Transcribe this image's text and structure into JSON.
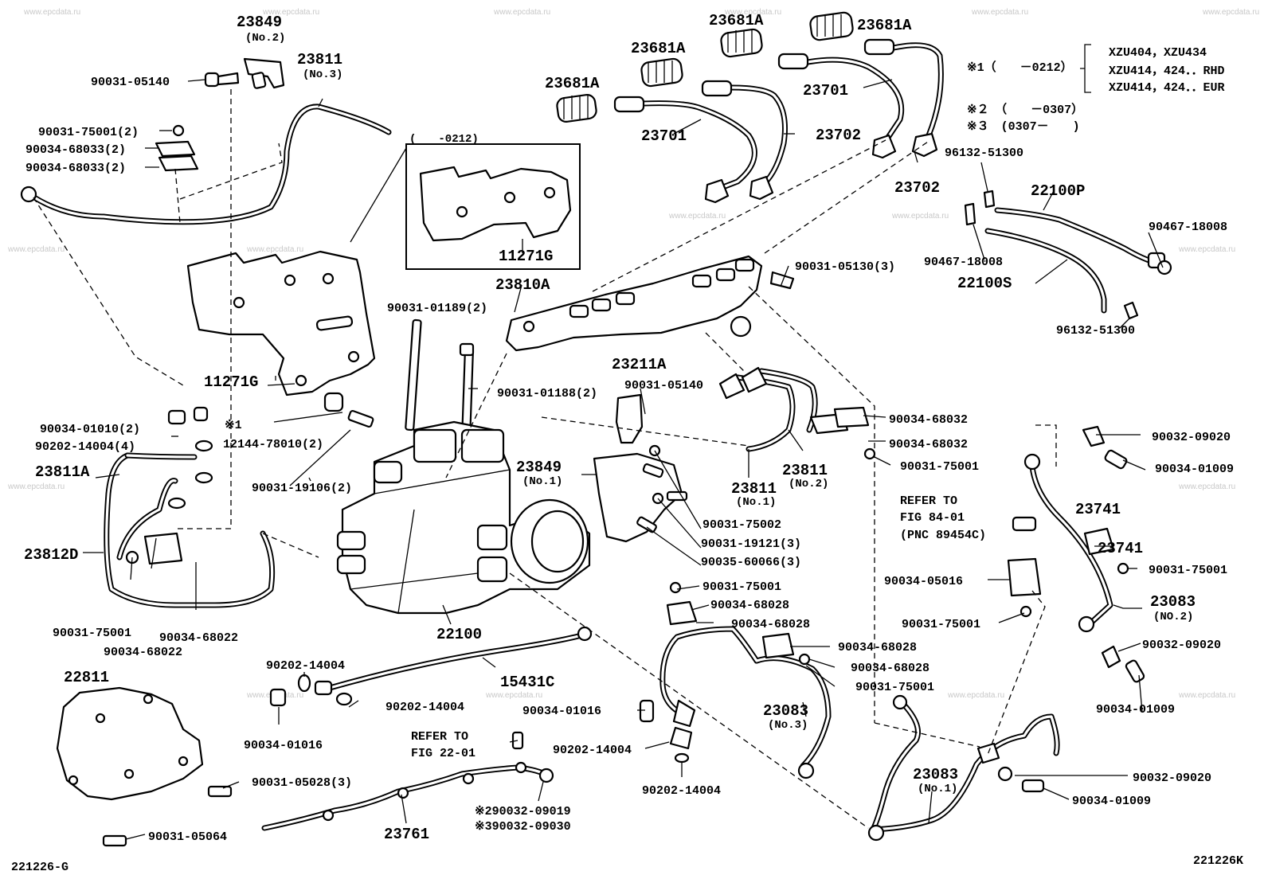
{
  "watermark": "www.epcdata.ru",
  "notes": {
    "note1_prefix": "※1（　　－0212）",
    "note1_models": [
      "XZU404，XZU434",
      "XZU414，424．．RHD",
      "XZU414，424．．EUR"
    ],
    "note2": "※２　（　　－0307）",
    "note3": "※３　(0307－　　)"
  },
  "inset_label": "(　　-0212)",
  "refer": {
    "fig84": [
      "REFER TO",
      "FIG 84-01",
      "(PNC 89454C)"
    ],
    "fig22": [
      "REFER TO",
      "FIG 22-01"
    ]
  },
  "footer": {
    "left": "221226-G",
    "right": "221226K"
  },
  "labels": [
    {
      "text": "23849"
    },
    {
      "text": "(No.2)",
      "sub": true
    },
    {
      "text": "90031-05140"
    },
    {
      "text": "23811"
    },
    {
      "text": "(No.3)",
      "sub": true
    },
    {
      "text": "90031-75001(2)"
    },
    {
      "text": "90034-68033(2)"
    },
    {
      "text": "90034-68033(2)"
    },
    {
      "text": "23681A"
    },
    {
      "text": "23681A"
    },
    {
      "text": "23681A"
    },
    {
      "text": "23681A"
    },
    {
      "text": "23701"
    },
    {
      "text": "23701"
    },
    {
      "text": "23702"
    },
    {
      "text": "23702"
    },
    {
      "text": "96132-51300"
    },
    {
      "text": "22100P"
    },
    {
      "text": "90467-18008"
    },
    {
      "text": "90467-18008"
    },
    {
      "text": "22100S"
    },
    {
      "text": "96132-51300"
    },
    {
      "text": "11271G"
    },
    {
      "text": "11271G"
    },
    {
      "text": "23810A"
    },
    {
      "text": "90031-01189(2)"
    },
    {
      "text": "90031-05130(3)"
    },
    {
      "text": "90031-01188(2)"
    },
    {
      "text": "23211A"
    },
    {
      "text": "90031-05140"
    },
    {
      "text": "90034-01010(2)"
    },
    {
      "text": "※1"
    },
    {
      "text": "12144-78010(2)"
    },
    {
      "text": "90202-14004(4)"
    },
    {
      "text": "23811A"
    },
    {
      "text": "90031-19106(2)"
    },
    {
      "text": "90034-68032"
    },
    {
      "text": "90034-68032"
    },
    {
      "text": "90031-75001"
    },
    {
      "text": "23811"
    },
    {
      "text": "(No.2)",
      "sub": true
    },
    {
      "text": "23811"
    },
    {
      "text": "(No.1)",
      "sub": true
    },
    {
      "text": "90032-09020"
    },
    {
      "text": "90034-01009"
    },
    {
      "text": "23849"
    },
    {
      "text": "(No.1)",
      "sub": true
    },
    {
      "text": "23812D"
    },
    {
      "text": "90031-75002"
    },
    {
      "text": "90031-19121(3)"
    },
    {
      "text": "90035-60066(3)"
    },
    {
      "text": "23741"
    },
    {
      "text": "23741"
    },
    {
      "text": "90031-75001"
    },
    {
      "text": "90034-05016"
    },
    {
      "text": "23083"
    },
    {
      "text": "(NO.2)",
      "sub": true
    },
    {
      "text": "90031-75001"
    },
    {
      "text": "90031-75001"
    },
    {
      "text": "90034-68022"
    },
    {
      "text": "90034-68022"
    },
    {
      "text": "22100"
    },
    {
      "text": "90031-75001"
    },
    {
      "text": "90034-68028"
    },
    {
      "text": "90034-68028"
    },
    {
      "text": "90034-68028"
    },
    {
      "text": "90034-68028"
    },
    {
      "text": "90031-75001"
    },
    {
      "text": "90032-09020"
    },
    {
      "text": "22811"
    },
    {
      "text": "90202-14004"
    },
    {
      "text": "15431C"
    },
    {
      "text": "90202-14004"
    },
    {
      "text": "90034-01016"
    },
    {
      "text": "23083"
    },
    {
      "text": "(No.3)",
      "sub": true
    },
    {
      "text": "90034-01009"
    },
    {
      "text": "90034-01016"
    },
    {
      "text": "90202-14004"
    },
    {
      "text": "90031-05028(3)"
    },
    {
      "text": "23083"
    },
    {
      "text": "(No.1)",
      "sub": true
    },
    {
      "text": "90032-09020"
    },
    {
      "text": "90202-14004"
    },
    {
      "text": "90034-01009"
    },
    {
      "text": "※290032-09019"
    },
    {
      "text": "※390032-09030"
    },
    {
      "text": "90031-05064"
    },
    {
      "text": "23761"
    }
  ]
}
